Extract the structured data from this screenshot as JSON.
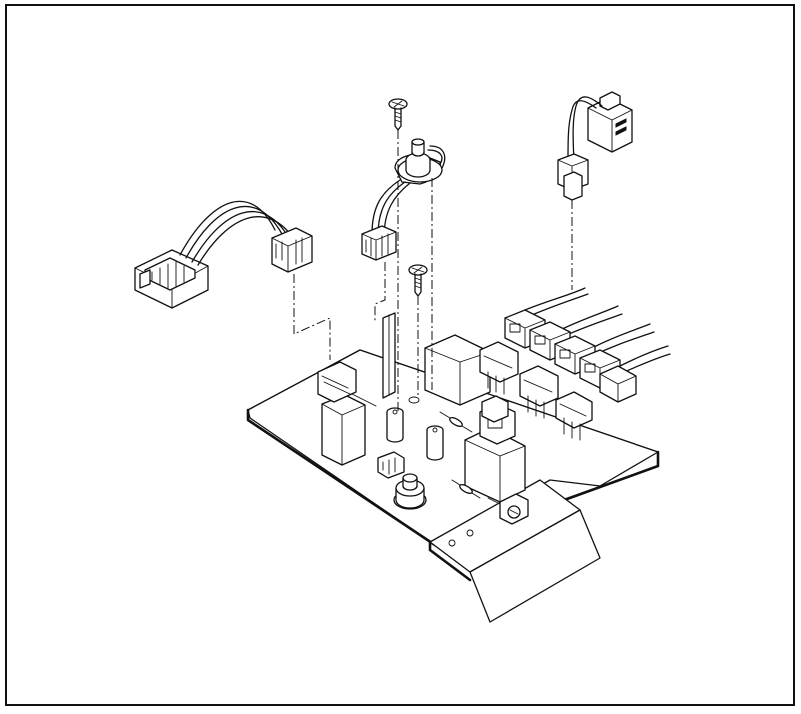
{
  "figure": {
    "kind": "exploded-parts-view",
    "ink_color": "#111111",
    "paper_color": "#ffffff",
    "parts": [
      {
        "name": "circuit-board",
        "icon": "pcb"
      },
      {
        "name": "wire-harness",
        "icon": "cable-connector"
      },
      {
        "name": "thermistor-assembly",
        "icon": "sensor"
      },
      {
        "name": "switch-assembly",
        "icon": "switch"
      },
      {
        "name": "mounting-screws",
        "icon": "screw"
      },
      {
        "name": "mounting-bracket",
        "icon": "bracket"
      },
      {
        "name": "connector-bank",
        "icon": "connector"
      }
    ]
  }
}
